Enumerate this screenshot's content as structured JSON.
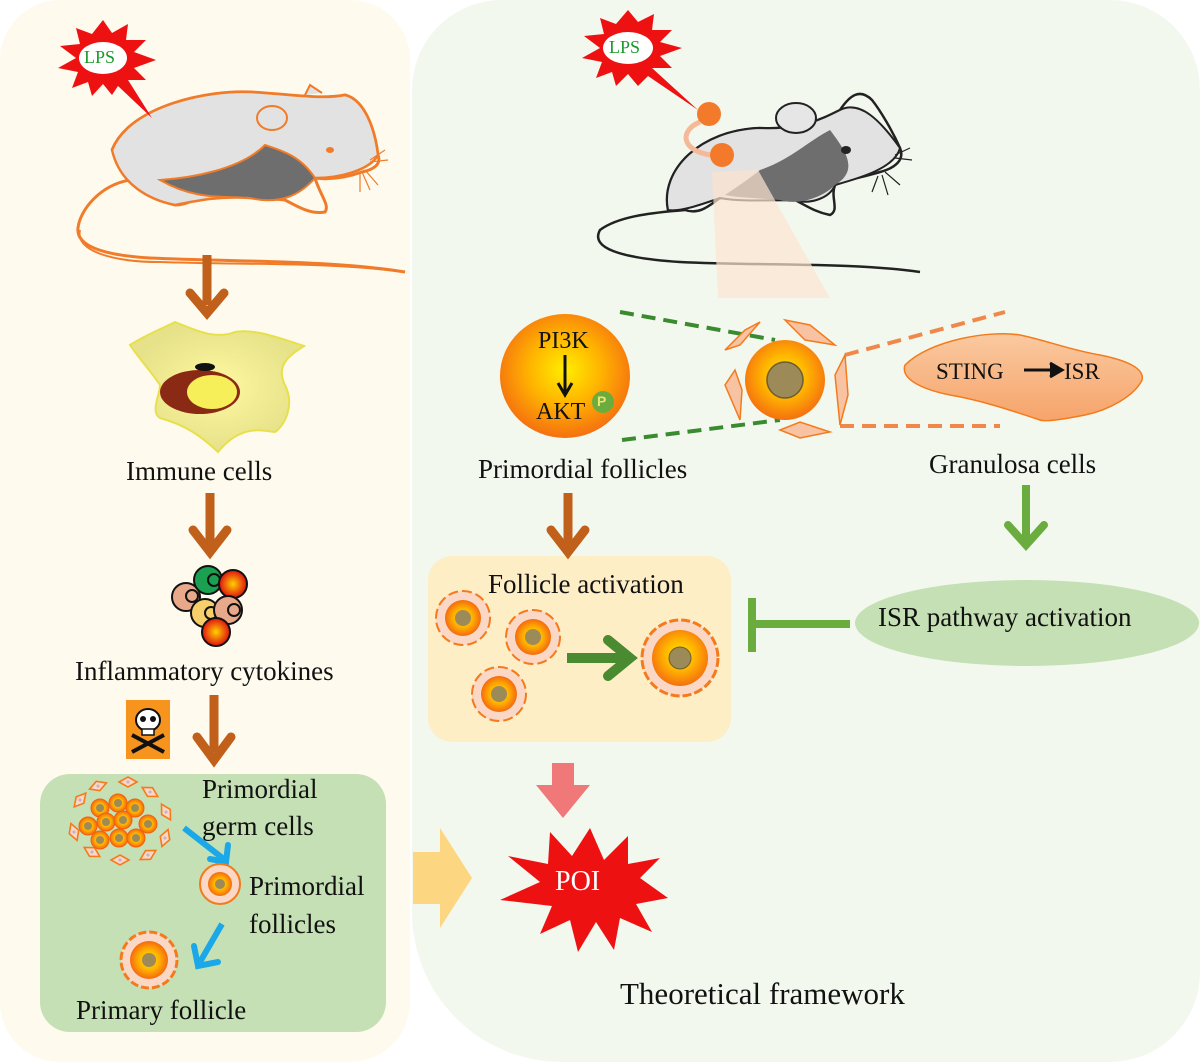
{
  "left_panel": {
    "lps_badge": "LPS",
    "labels": {
      "immune_cells": "Immune cells",
      "inflammatory_cytokines": "Inflammatory cytokines",
      "primordial_germ_cells_line1": "Primordial",
      "primordial_germ_cells_line2": "germ cells",
      "primordial_follicles_line1": "Primordial",
      "primordial_follicles_line2": "follicles",
      "primary_follicle": "Primary follicle"
    },
    "icons": [
      "mouse-icon",
      "lps-burst-icon",
      "immune-cell-icon",
      "cytokine-cluster-icon",
      "toxic-skull-icon",
      "germ-cell-nest-icon",
      "primordial-follicle-icon",
      "primary-follicle-icon"
    ]
  },
  "right_panel": {
    "lps_badge": "LPS",
    "pathway": {
      "upstream": "PI3K",
      "downstream": "AKT",
      "phospho_badge": "P"
    },
    "sting_cell": {
      "from": "STING",
      "to": "ISR"
    },
    "labels": {
      "primordial_follicles": "Primordial follicles",
      "granulosa_cells": "Granulosa cells",
      "follicle_activation": "Follicle activation",
      "isr_pathway_activation": "ISR pathway activation",
      "outcome": "POI",
      "caption": "Theoretical framework"
    }
  },
  "colors": {
    "left_bg": "#fefaee",
    "right_bg": "#f3f8ef",
    "brown_arrow": "#c0601a",
    "green_arrow": "#6aac3e",
    "dark_green_arrow": "#4a8a30",
    "blue_arrow": "#1aa8e8",
    "burst_red": "#ee1111",
    "lps_text": "#1a9a2a",
    "follicle_orange": "#f47a1c",
    "activation_box": "#fdeec6",
    "germ_box": "#c5e0b4",
    "isr_ellipse": "#c5e0b4",
    "poi_arrow": "#f08080",
    "yellow_arrow": "#fcd680"
  }
}
